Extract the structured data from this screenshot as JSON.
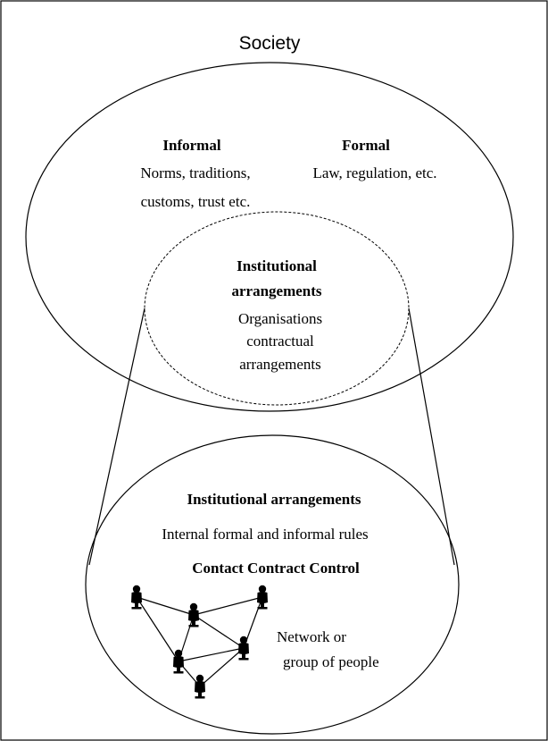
{
  "society": {
    "title": "Society"
  },
  "informal": {
    "heading": "Informal",
    "line1": "Norms, traditions,",
    "line2": "customs, trust etc."
  },
  "formal": {
    "heading": "Formal",
    "line1": "Law, regulation, etc."
  },
  "institutional_overlap": {
    "heading_line1": "Institutional",
    "heading_line2": "arrangements",
    "line1": "Organisations",
    "line2": "contractual",
    "line3": "arrangements"
  },
  "detail": {
    "heading": "Institutional arrangements",
    "rules": "Internal formal and informal rules",
    "controls": "Contact Contract  Control",
    "network_line1": "Network or",
    "network_line2": "group of people"
  },
  "colors": {
    "lines": "#000000",
    "background": "#ffffff"
  }
}
